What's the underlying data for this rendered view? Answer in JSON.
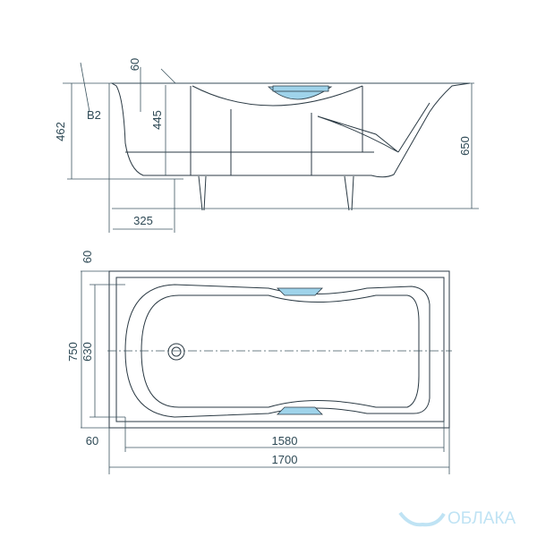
{
  "side_view": {
    "dimensions": {
      "rim_height": "60",
      "depth_total": "462",
      "basin_depth": "445",
      "overall_height": "650",
      "leg_offset": "325",
      "detail_label": "B2"
    }
  },
  "top_view": {
    "dimensions": {
      "rim_top": "60",
      "outer_width": "750",
      "inner_width": "630",
      "rim_side": "60",
      "inner_length": "1580",
      "outer_length": "1700"
    }
  },
  "watermark": {
    "text": "ОБЛАКА"
  },
  "colors": {
    "line": "#2b3a44",
    "dimension_text": "#2f4a56",
    "handle": "#9fd3ea",
    "watermark": "#bfe3f4"
  }
}
